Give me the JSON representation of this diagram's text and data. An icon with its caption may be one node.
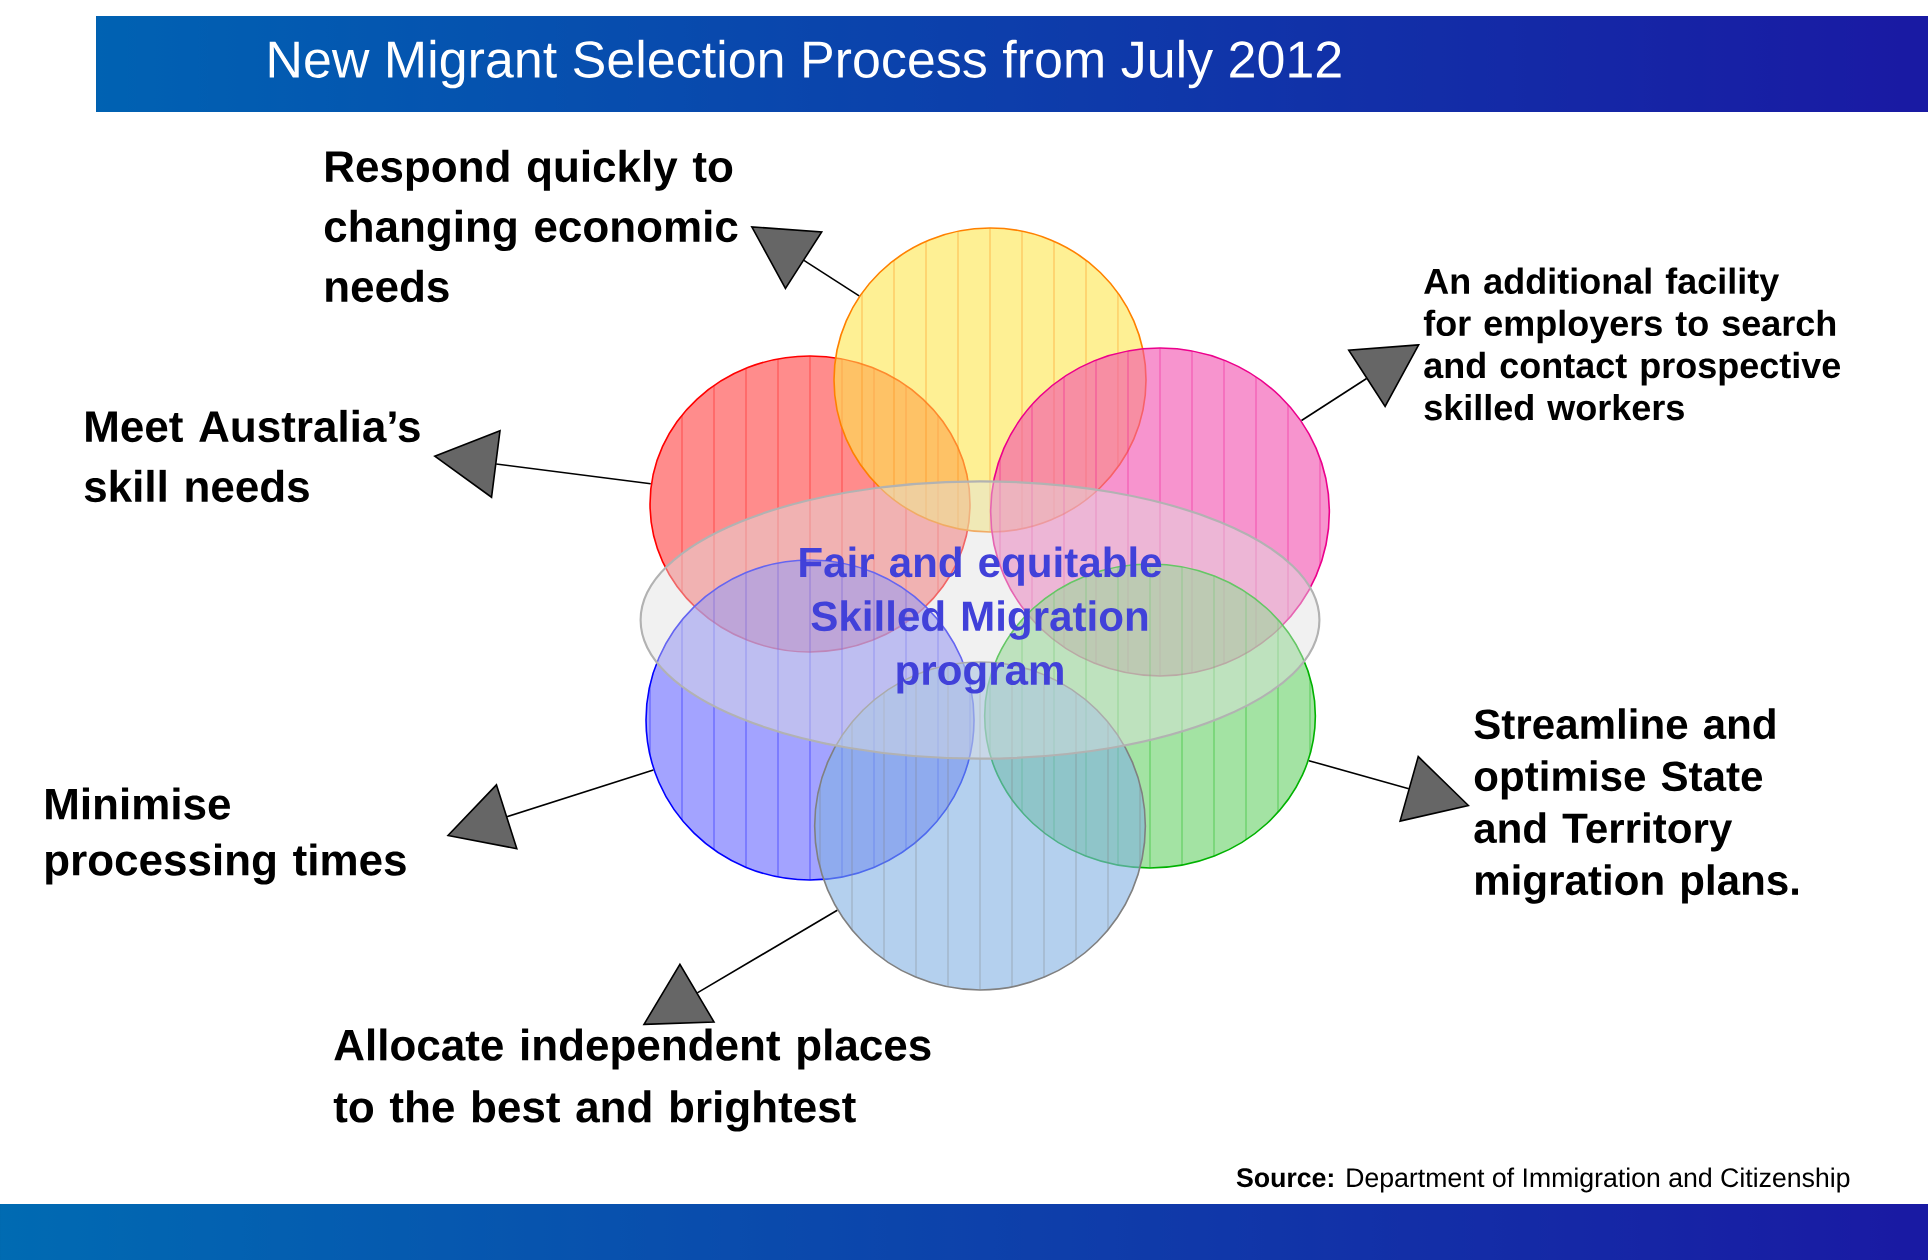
{
  "diagram": {
    "title": "New Migrant Selection Process from July 2012",
    "nodes": [
      {
        "text": [
          "Respond quickly to changing economic needs"
        ]
      },
      {
        "text": [
          "An additional facility for employers to search and contact prospective skilled workers"
        ]
      },
      {
        "text": [
          "Meet Australia’s skill needs"
        ]
      },
      {
        "text": [],
        "shape": "circle"
      },
      {
        "text": [],
        "shape": "circle"
      },
      {
        "text": [],
        "shape": "circle"
      },
      {
        "text": [
          "Fair and equitable Skilled Migration program"
        ]
      },
      {
        "text": [],
        "shape": "circle"
      },
      {
        "text": [],
        "shape": "circle"
      },
      {
        "text": [],
        "shape": "circle"
      },
      {
        "text": [
          "Streamline and optimise State and Territory migration plans."
        ]
      },
      {
        "text": [
          "Minimise processing times"
        ]
      },
      {
        "text": [
          "Allocate independent places to the best and brightest"
        ]
      }
    ],
    "edges": [
      {
        "from": 4,
        "to": 0,
        "arrow": "to"
      },
      {
        "from": 5,
        "to": 1,
        "arrow": "to"
      },
      {
        "from": 3,
        "to": 2,
        "arrow": "to"
      },
      {
        "from": 8,
        "to": 10,
        "arrow": "to"
      },
      {
        "from": 7,
        "to": 11,
        "arrow": "to"
      },
      {
        "from": 9,
        "to": 12,
        "arrow": "to"
      }
    ],
    "labels": [
      "**Source:** Department of Immigration and Citizenship"
    ]
  }
}
